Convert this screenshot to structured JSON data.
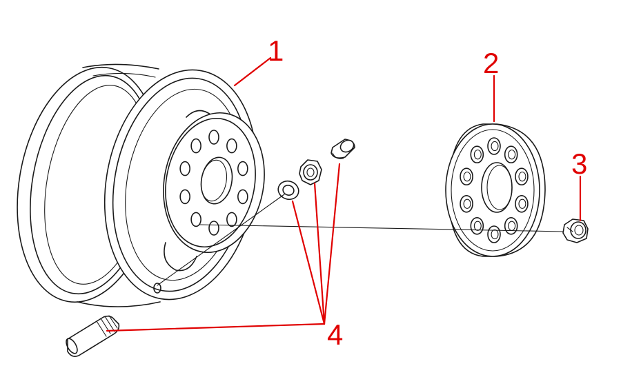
{
  "diagram": {
    "callouts": [
      {
        "id": "callout-1",
        "label": "1"
      },
      {
        "id": "callout-2",
        "label": "2"
      },
      {
        "id": "callout-3",
        "label": "3"
      },
      {
        "id": "callout-4",
        "label": "4"
      }
    ]
  },
  "colors": {
    "linework": "#1a1a1a",
    "callout": "#e00000",
    "background": "#ffffff"
  }
}
